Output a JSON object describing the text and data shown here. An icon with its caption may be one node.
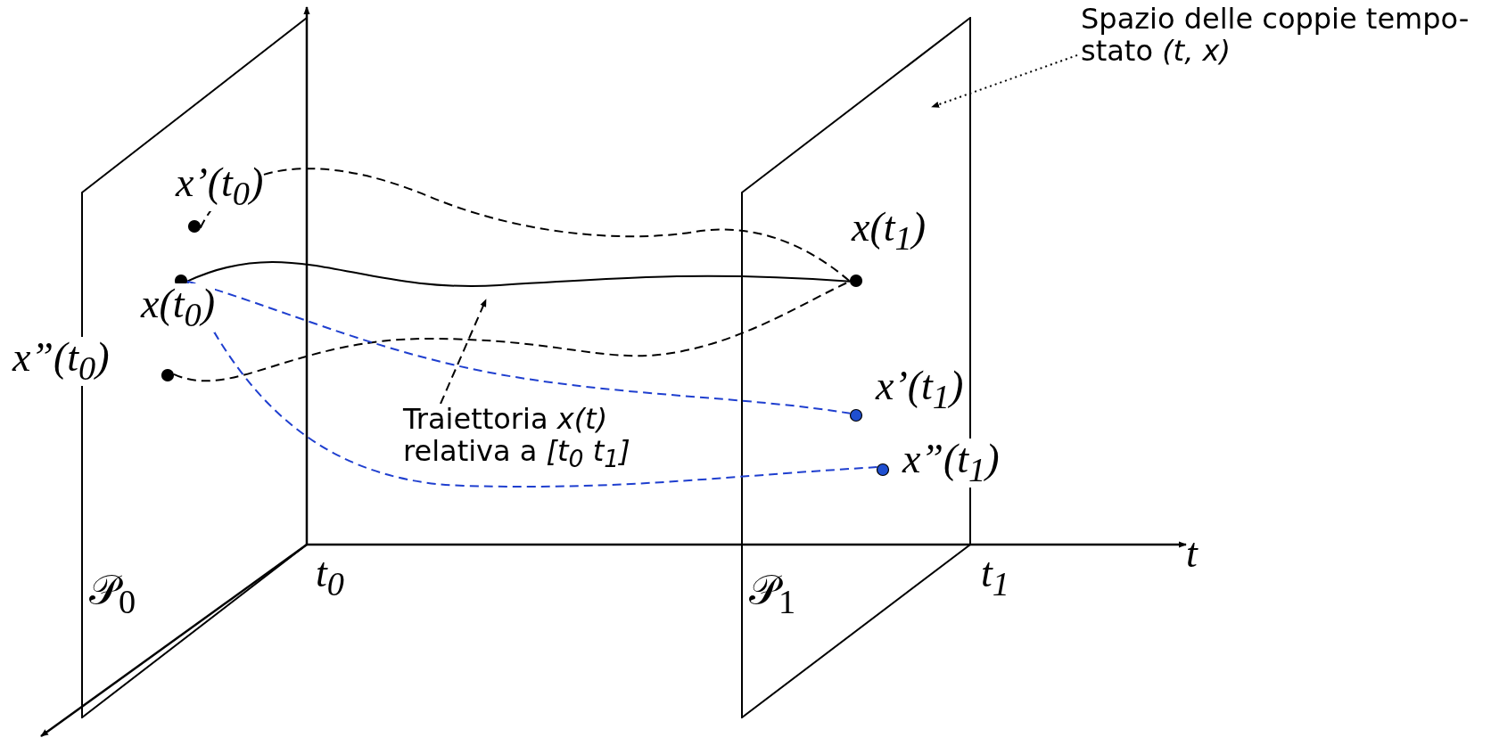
{
  "diagram": {
    "nodes": [
      {
        "text": [
          "𝒫$_{0}$"
        ]
      },
      {
        "text": [
          "𝒫$_{1}$"
        ]
      },
      {
        "text": [],
        "shape": "circle",
        "in": 0,
        "beside": [
          "x’(t$_{0}$)"
        ]
      },
      {
        "text": [],
        "shape": "circle",
        "in": 0,
        "beside": [
          "x(t$_{0}$)"
        ]
      },
      {
        "text": [],
        "shape": "circle",
        "in": 0,
        "beside": [
          "x”(t$_{0}$)"
        ]
      },
      {
        "text": [],
        "shape": "circle",
        "in": 1,
        "beside": [
          "x(t$_{1}$)"
        ]
      },
      {
        "text": [],
        "shape": "circle",
        "in": 1,
        "beside": [
          "x’(t$_{1}$)"
        ]
      },
      {
        "text": [],
        "shape": "circle",
        "in": 1,
        "beside": [
          "x”(t$_{1}$)"
        ]
      },
      {
        "text": [
          "Traiettoria *x(t)* relativa a *[t$_{0}$ t$_{1}$]*"
        ]
      },
      {
        "text": [
          "Spazio delle coppie tempo-stato *(t, x)*"
        ]
      }
    ],
    "edges": [
      {
        "from": 3,
        "to": 5,
        "arrow": "none"
      },
      {
        "from": 2,
        "to": 5,
        "arrow": "none",
        "style": "dashed"
      },
      {
        "from": 4,
        "to": 5,
        "arrow": "none",
        "style": "dashed"
      },
      {
        "from": 3,
        "to": 6,
        "arrow": "none",
        "style": "dashed",
        "color": "#1f3fcf"
      },
      {
        "from": 3,
        "to": 7,
        "arrow": "none",
        "style": "dashed",
        "color": "#1f3fcf"
      },
      {
        "from": 8,
        "to": null,
        "arrow": "to",
        "style": "dashed"
      },
      {
        "from": 9,
        "to": 1,
        "arrow": "to",
        "style": "dashed"
      }
    ],
    "labels": [
      "t$_{0}$",
      "t$_{1}$",
      "t"
    ]
  }
}
